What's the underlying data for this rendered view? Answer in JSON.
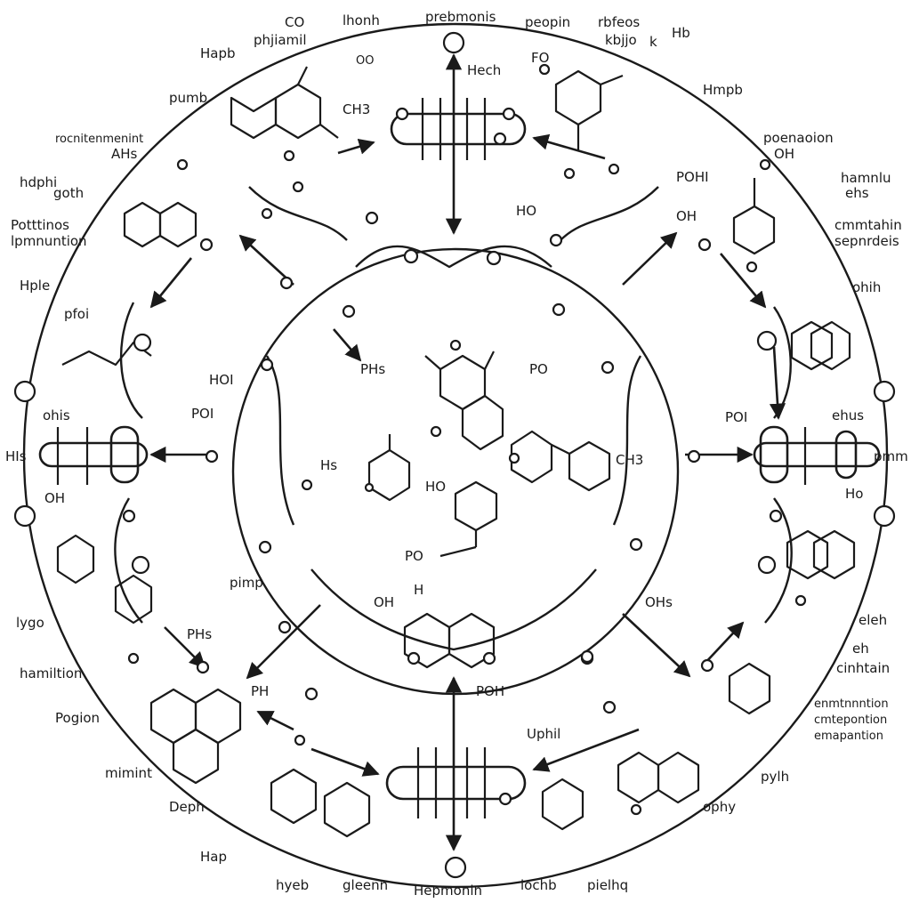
{
  "labels": {
    "top_left_1": "CO",
    "top_left_2": "phjiamil",
    "top_left_3": "Hapb",
    "top_left_4": "lhonh",
    "top_left_5": "OO",
    "top_center": "prebmonis",
    "top_center_h": "Hech",
    "top_right_1": "peopin",
    "top_right_2": "rbfeos",
    "top_right_3": "kbjjo",
    "top_right_4": "k",
    "top_right_5": "Hb",
    "top_right_6": "FO",
    "top_right_7": "Hmpb",
    "upper_left_1": "pumb",
    "upper_left_2": "rocnitenmenint",
    "upper_left_3": "AHs",
    "upper_left_4": "hdphi",
    "upper_left_5": "goth",
    "upper_left_6": "Potttinos",
    "upper_left_7": "lpmnuntion",
    "upper_right_1": "poenaoion",
    "upper_right_2": "OH",
    "upper_right_3": "POHI",
    "upper_right_4": "hamnlu",
    "upper_right_5": "ehs",
    "upper_right_6": "cmmtahin",
    "upper_right_7": "sepnrdeis",
    "mid_left_1": "Hple",
    "mid_left_2": "pfoi",
    "mid_left_3": "ohis",
    "mid_left_hs": "HIs",
    "mid_left_4": "OH",
    "mid_right_1": "ohih",
    "mid_right_2": "POI",
    "mid_right_3": "ehus",
    "mid_right_4": "pmm",
    "mid_right_5": "Ho",
    "lower_left_1": "lygo",
    "lower_left_2": "hamiltion",
    "lower_left_3": "PHs",
    "lower_left_4": "Pogion",
    "lower_left_5": "mimint",
    "lower_left_6": "Deph",
    "lower_left_7": "Hap",
    "lower_right_1": "eleh",
    "lower_right_2": "eh",
    "lower_right_3": "cinhtain",
    "lower_right_4": "enmtnnntion",
    "lower_right_5": "cmtepontion",
    "lower_right_6": "emapantion",
    "lower_right_7": "ophy",
    "lower_right_8": "pylh",
    "bottom_1": "hyeb",
    "bottom_2": "gleenn",
    "bottom_3": "Hepmonin",
    "bottom_4": "lochb",
    "bottom_5": "pielhq",
    "inner_1": "CH3",
    "inner_2": "HO",
    "inner_3": "OH",
    "inner_4": "PHs",
    "inner_5": "HOI",
    "inner_6": "POI",
    "inner_7": "PO",
    "inner_8": "CH3",
    "inner_9": "pimp",
    "inner_10": "HO",
    "inner_11": "H",
    "inner_12": "PH",
    "inner_13": "PO",
    "inner_14": "OH",
    "inner_15": "Uphil",
    "inner_16": "POH",
    "inner_17": "OHs",
    "inner_18": "Hs"
  }
}
